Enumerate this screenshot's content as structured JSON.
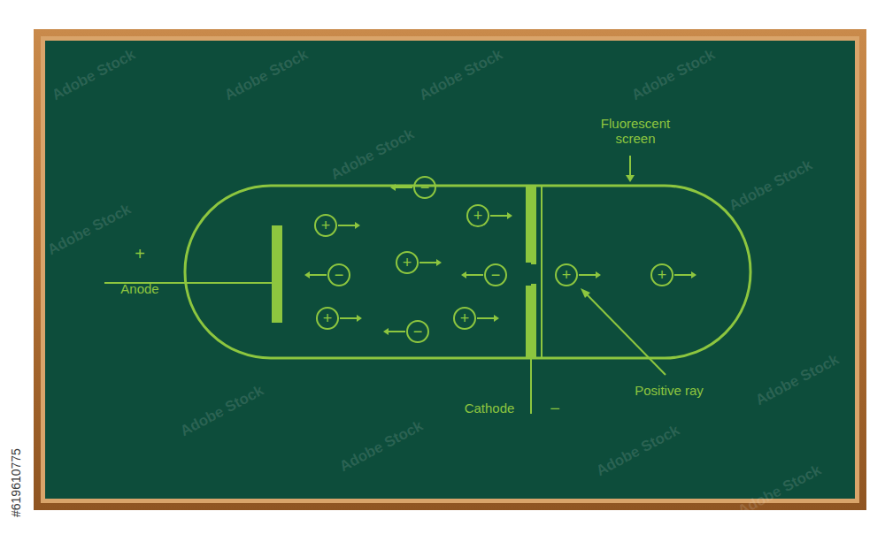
{
  "diagram": {
    "nodes": [
      {
        "text": [
          "−"
        ]
      },
      {
        "text": [
          "+"
        ]
      },
      {
        "text": [
          "+"
        ]
      },
      {
        "text": [
          "+"
        ]
      },
      {
        "text": [
          "−"
        ]
      },
      {
        "text": [
          "−"
        ]
      },
      {
        "text": [
          "+"
        ]
      },
      {
        "text": [
          "+"
        ]
      },
      {
        "text": [
          "+"
        ]
      },
      {
        "text": [
          "+"
        ]
      },
      {
        "text": [
          "−"
        ]
      }
    ],
    "labels": [
      "+",
      "Anode",
      "Fluorescent screen",
      "Cathode",
      "−",
      "Positive ray",
      "#619610775",
      "Adobe Stock",
      "Adobe Stock",
      "Adobe Stock",
      "Adobe Stock",
      "Adobe Stock",
      "Adobe Stock",
      "Adobe Stock",
      "Adobe Stock",
      "Adobe Stock",
      "Adobe Stock",
      "Adobe Stock",
      "Adobe Stock"
    ]
  }
}
